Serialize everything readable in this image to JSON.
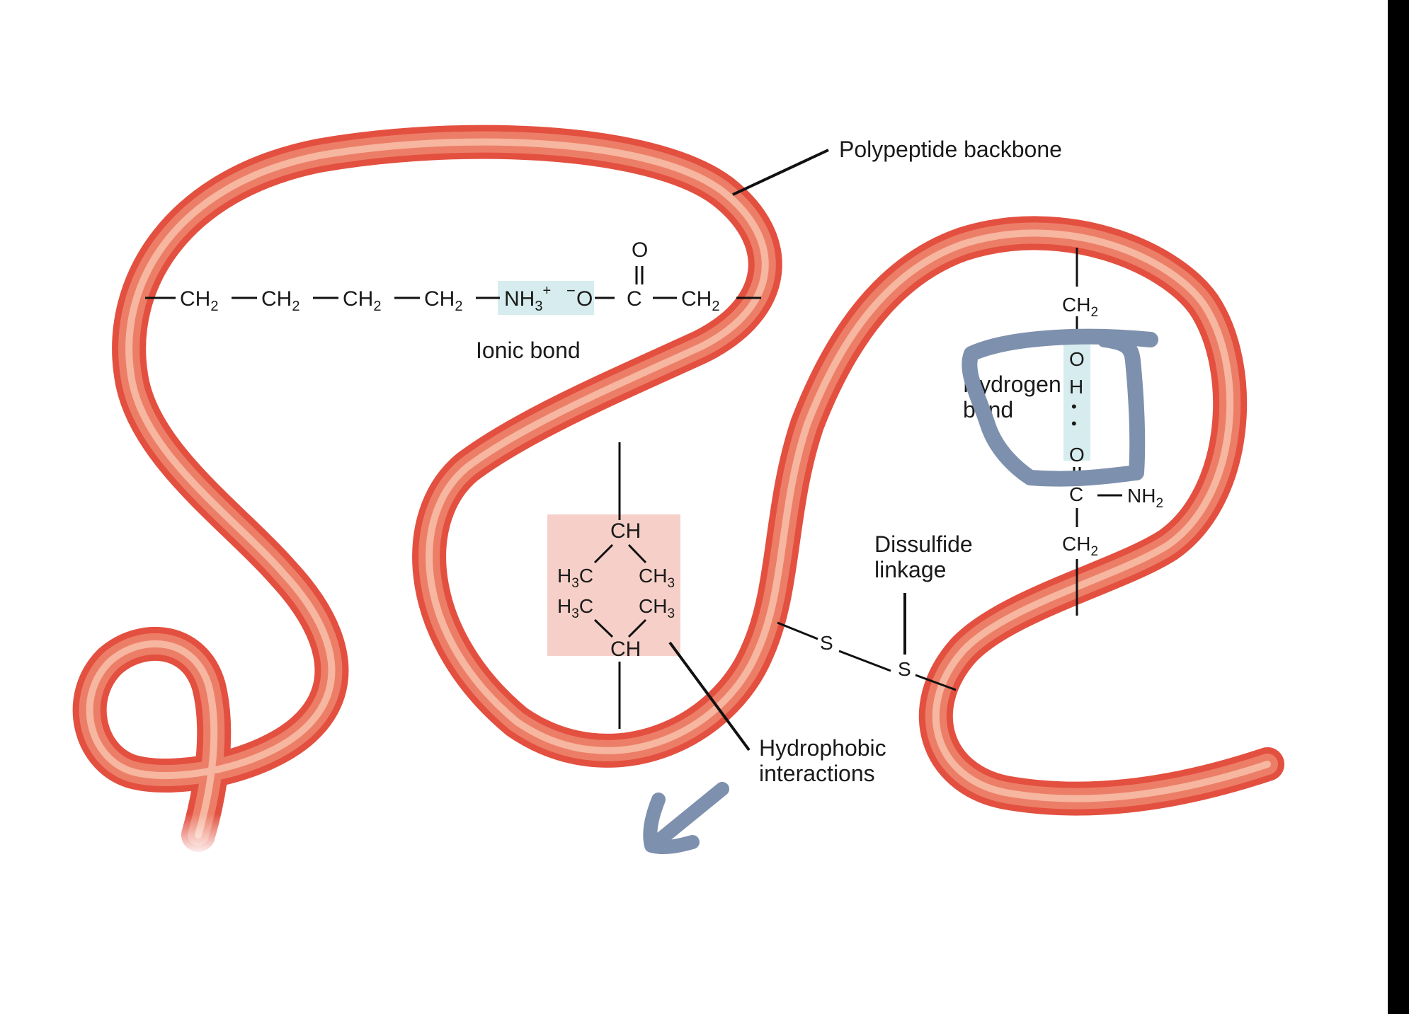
{
  "labels": {
    "backbone": "Polypeptide backbone",
    "ionic": "Ionic bond",
    "hydrogen_line1": "Hydrogen",
    "hydrogen_line2": "bond",
    "disulfide_line1": "Dissulfide",
    "disulfide_line2": "linkage",
    "hydrophobic_line1": "Hydrophobic",
    "hydrophobic_line2": "interactions"
  },
  "ionic_chain": {
    "groups": [
      "CH",
      "CH",
      "CH",
      "CH"
    ],
    "subscript": "2",
    "ammonium_main": "NH",
    "ammonium_sub": "3",
    "ammonium_charge": "+",
    "carboxylate_charge": "−",
    "carboxylate_o": "O",
    "carbonyl_c": "C",
    "carbonyl_o": "O",
    "terminal_ch": "CH",
    "terminal_sub": "2"
  },
  "hydrophobic": {
    "top_ch": "CH",
    "left_top_h": "H",
    "left_top_sub": "3",
    "left_top_c": "C",
    "right_top_ch": "CH",
    "right_top_sub": "3",
    "left_bot_h": "H",
    "left_bot_sub": "3",
    "left_bot_c": "C",
    "right_bot_ch": "CH",
    "right_bot_sub": "3",
    "bottom_ch": "CH"
  },
  "disulfide": {
    "s1": "S",
    "s2": "S"
  },
  "hbond_chain": {
    "top_ch": "CH",
    "top_sub": "2",
    "o1": "O",
    "h": "H",
    "dot": "•",
    "o2": "O",
    "c": "C",
    "nh": "NH",
    "nh_sub": "2",
    "bottom_ch": "CH",
    "bottom_sub": "2"
  },
  "colors": {
    "backbone": "#e35040",
    "backbone_highlight": "#f8c0aa",
    "ionic_highlight": "#d7ecee",
    "hbond_highlight": "#d7ecee",
    "hydrophobic_box": "#f6d0c8",
    "annotation_pen": "#7d90ad",
    "right_bar": "#000000"
  }
}
